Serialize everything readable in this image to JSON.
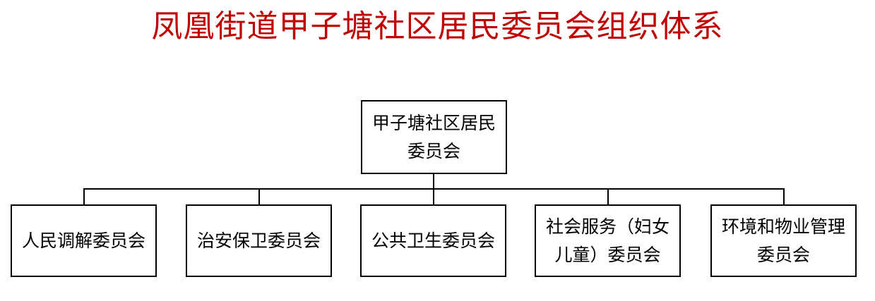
{
  "title": "凤凰街道甲子塘社区居民委员会组织体系",
  "colors": {
    "title": "#c00000",
    "border": "#000000",
    "background": "#ffffff"
  },
  "root": {
    "label": "甲子塘社区居民委员会"
  },
  "committees": [
    {
      "label": "人民调解委员会"
    },
    {
      "label": "治安保卫委员会"
    },
    {
      "label": "公共卫生委员会"
    },
    {
      "label": "社会服务（妇女儿童）委员会"
    },
    {
      "label": "环境和物业管理委员会"
    }
  ]
}
